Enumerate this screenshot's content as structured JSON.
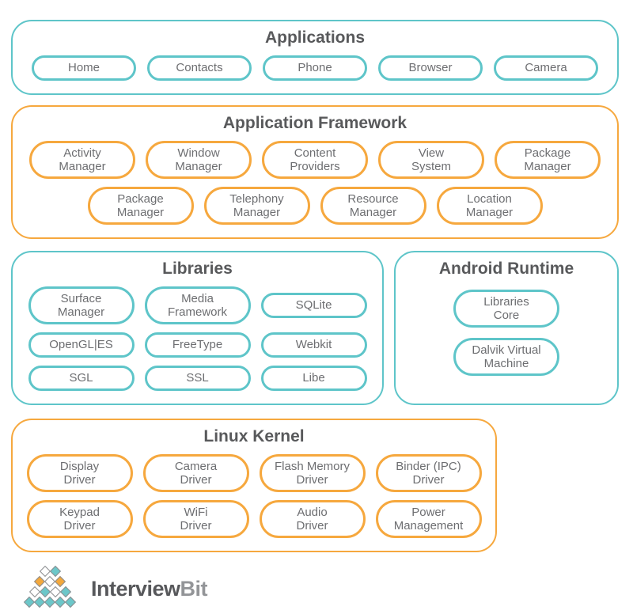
{
  "colors": {
    "teal": "#5EC5C9",
    "orange": "#F6A83E",
    "title_text": "#58595B",
    "pill_text": "#6D6E71",
    "logo_gray": "#8B8D90"
  },
  "sections": {
    "applications": {
      "title": "Applications",
      "items": [
        "Home",
        "Contacts",
        "Phone",
        "Browser",
        "Camera"
      ]
    },
    "application_framework": {
      "title": "Application Framework",
      "row1": [
        "Activity\nManager",
        "Window\nManager",
        "Content\nProviders",
        "View\nSystem",
        "Package\nManager"
      ],
      "row2": [
        "Package\nManager",
        "Telephony\nManager",
        "Resource\nManager",
        "Location\nManager"
      ]
    },
    "libraries": {
      "title": "Libraries",
      "row1": [
        "Surface\nManager",
        "Media\nFramework",
        "SQLite"
      ],
      "row2": [
        "OpenGL|ES",
        "FreeType",
        "Webkit"
      ],
      "row3": [
        "SGL",
        "SSL",
        "Libe"
      ]
    },
    "android_runtime": {
      "title": "Android Runtime",
      "items": [
        "Libraries\nCore",
        "Dalvik Virtual\nMachine"
      ]
    },
    "linux_kernel": {
      "title": "Linux Kernel",
      "row1": [
        "Display\nDriver",
        "Camera\nDriver",
        "Flash Memory\nDriver",
        "Binder (IPC)\nDriver"
      ],
      "row2": [
        "Keypad\nDriver",
        "WiFi\nDriver",
        "Audio\nDriver",
        "Power\nManagement"
      ]
    }
  },
  "logo": {
    "brand_primary": "Interview",
    "brand_secondary": "Bit",
    "pyramid_rows": [
      [
        "white",
        "teal"
      ],
      [
        "orange",
        "white",
        "orange"
      ],
      [
        "white",
        "teal",
        "white",
        "teal"
      ],
      [
        "teal",
        "teal",
        "teal",
        "teal",
        "teal"
      ]
    ]
  }
}
